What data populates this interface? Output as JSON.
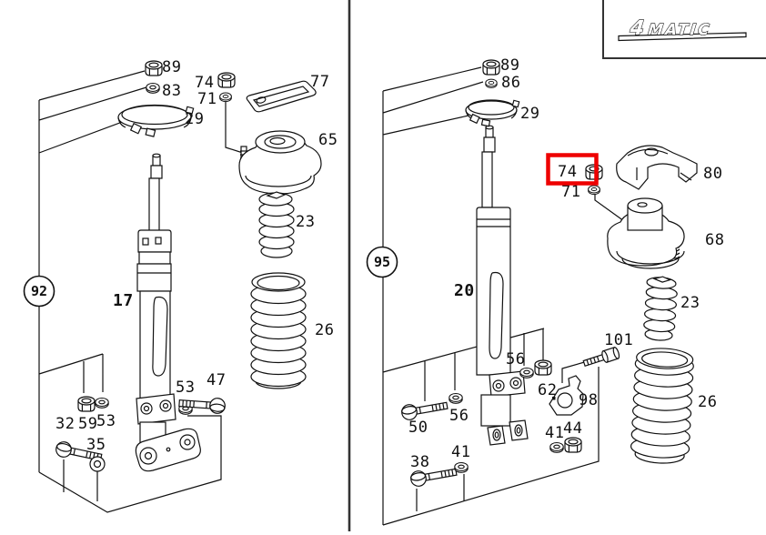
{
  "logo": {
    "prefix": "4",
    "name": "MATIC"
  },
  "highlight": {
    "part": "74",
    "color": "#ee0000"
  },
  "left": {
    "circle": "92",
    "labels": {
      "n89": "89",
      "n83": "83",
      "n74": "74",
      "n71": "71",
      "n29": "29",
      "n77": "77",
      "n65": "65",
      "n23": "23",
      "n26": "26",
      "n17": "17",
      "n53a": "53",
      "n47": "47",
      "n32": "32",
      "n59": "59",
      "n53b": "53",
      "n35": "35"
    }
  },
  "right": {
    "circle": "95",
    "labels": {
      "n89": "89",
      "n86": "86",
      "n29": "29",
      "n74": "74",
      "n71": "71",
      "n80": "80",
      "n68": "68",
      "n20": "20",
      "n23": "23",
      "n101": "101",
      "n56a": "56",
      "n62": "62",
      "n98": "98",
      "n56b": "56",
      "n50": "50",
      "n41a": "41",
      "n44": "44",
      "n38": "38",
      "n41b": "41",
      "n26": "26"
    }
  }
}
